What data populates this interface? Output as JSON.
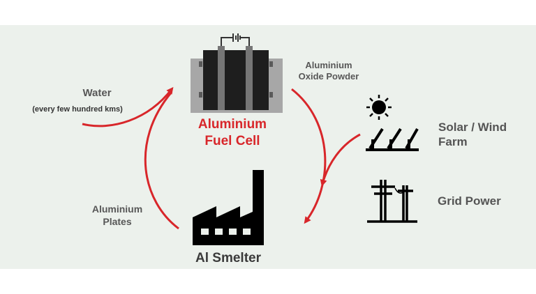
{
  "labels": {
    "water": "Water",
    "water_sub": "(every few hundred kms)",
    "oxide": "Aluminium\nOxide Powder",
    "fuel_cell": "Aluminium\nFuel Cell",
    "solar_wind": "Solar / Wind\nFarm",
    "grid_power": "Grid Power",
    "plates": "Aluminium\nPlates",
    "smelter": "Al Smelter"
  },
  "colors": {
    "background": "#ecf1ec",
    "arrow": "#d8262a",
    "fuel_cell_text": "#d8262a",
    "icon": "#000000",
    "label_text": "#575757"
  },
  "icons": [
    "fuel-cell-icon",
    "sun-icon",
    "solar-panels-icon",
    "power-pylon-icon",
    "factory-icon",
    "battery-symbol-icon"
  ]
}
